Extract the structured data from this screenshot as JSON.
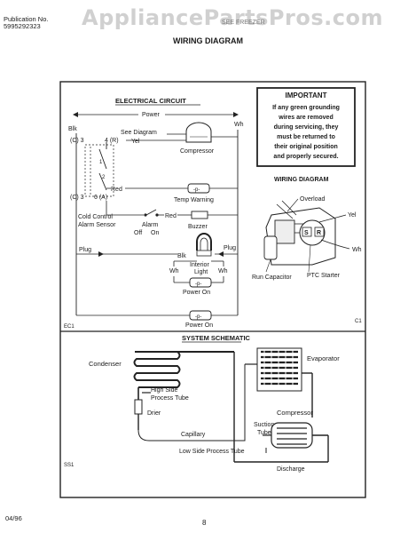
{
  "watermark": "AppliancePartsPros.com",
  "header": {
    "pub_label": "Publication No.",
    "pub_number": "5995292323",
    "model_partial": "SEE FREEZER",
    "title": "WIRING DIAGRAM"
  },
  "footer": {
    "date": "04/96",
    "page": "8"
  },
  "circuit": {
    "title": "ELECTRICAL CIRCUIT",
    "power": "Power",
    "blk": "Blk",
    "wh": "Wh",
    "see_diagram": "See Diagram",
    "yel": "Yel",
    "compressor": "Compressor",
    "c3": "(C) 3",
    "r4": "4 (R)",
    "red": "Red",
    "temp_warning": "Temp Warning",
    "c3b": "(C) 3",
    "a6": "6 (A)",
    "cold_control": "Cold Control",
    "alarm_sensor": "Alarm Sensor",
    "alarm": "Alarm",
    "off": "Off",
    "on": "On",
    "red2": "Red",
    "buzzer": "Buzzer",
    "plug_left": "Plug",
    "plug_right": "Plug",
    "blk2": "Blk",
    "wh2": "Wh",
    "wh3": "Wh",
    "interior_light": "Interior Light",
    "power_on_1": "Power On",
    "power_on_2": "Power On",
    "ec1": "EC1",
    "c1": "C1"
  },
  "important": {
    "title": "IMPORTANT",
    "lines": [
      "If any green grounding",
      "wires are removed",
      "during servicing, they",
      "must be returned to",
      "their original position",
      "and properly secured."
    ]
  },
  "wiring": {
    "title": "WIRING DIAGRAM",
    "overload": "Overload",
    "yel": "Yel",
    "wh": "Wh",
    "s": "S",
    "r": "R",
    "run_capacitor": "Run Capacitor",
    "ptc_starter": "PTC Starter"
  },
  "schematic": {
    "title": "SYSTEM SCHEMATIC",
    "condenser": "Condenser",
    "evaporator": "Evaporator",
    "high_side": "High Side",
    "process_tube": "Process Tube",
    "drier": "Drier",
    "capillary": "Capillary",
    "compressor": "Compressor",
    "suction": "Suction",
    "tube": "Tube",
    "low_side": "Low Side Process Tube",
    "discharge": "Discharge",
    "ss1": "SS1"
  }
}
